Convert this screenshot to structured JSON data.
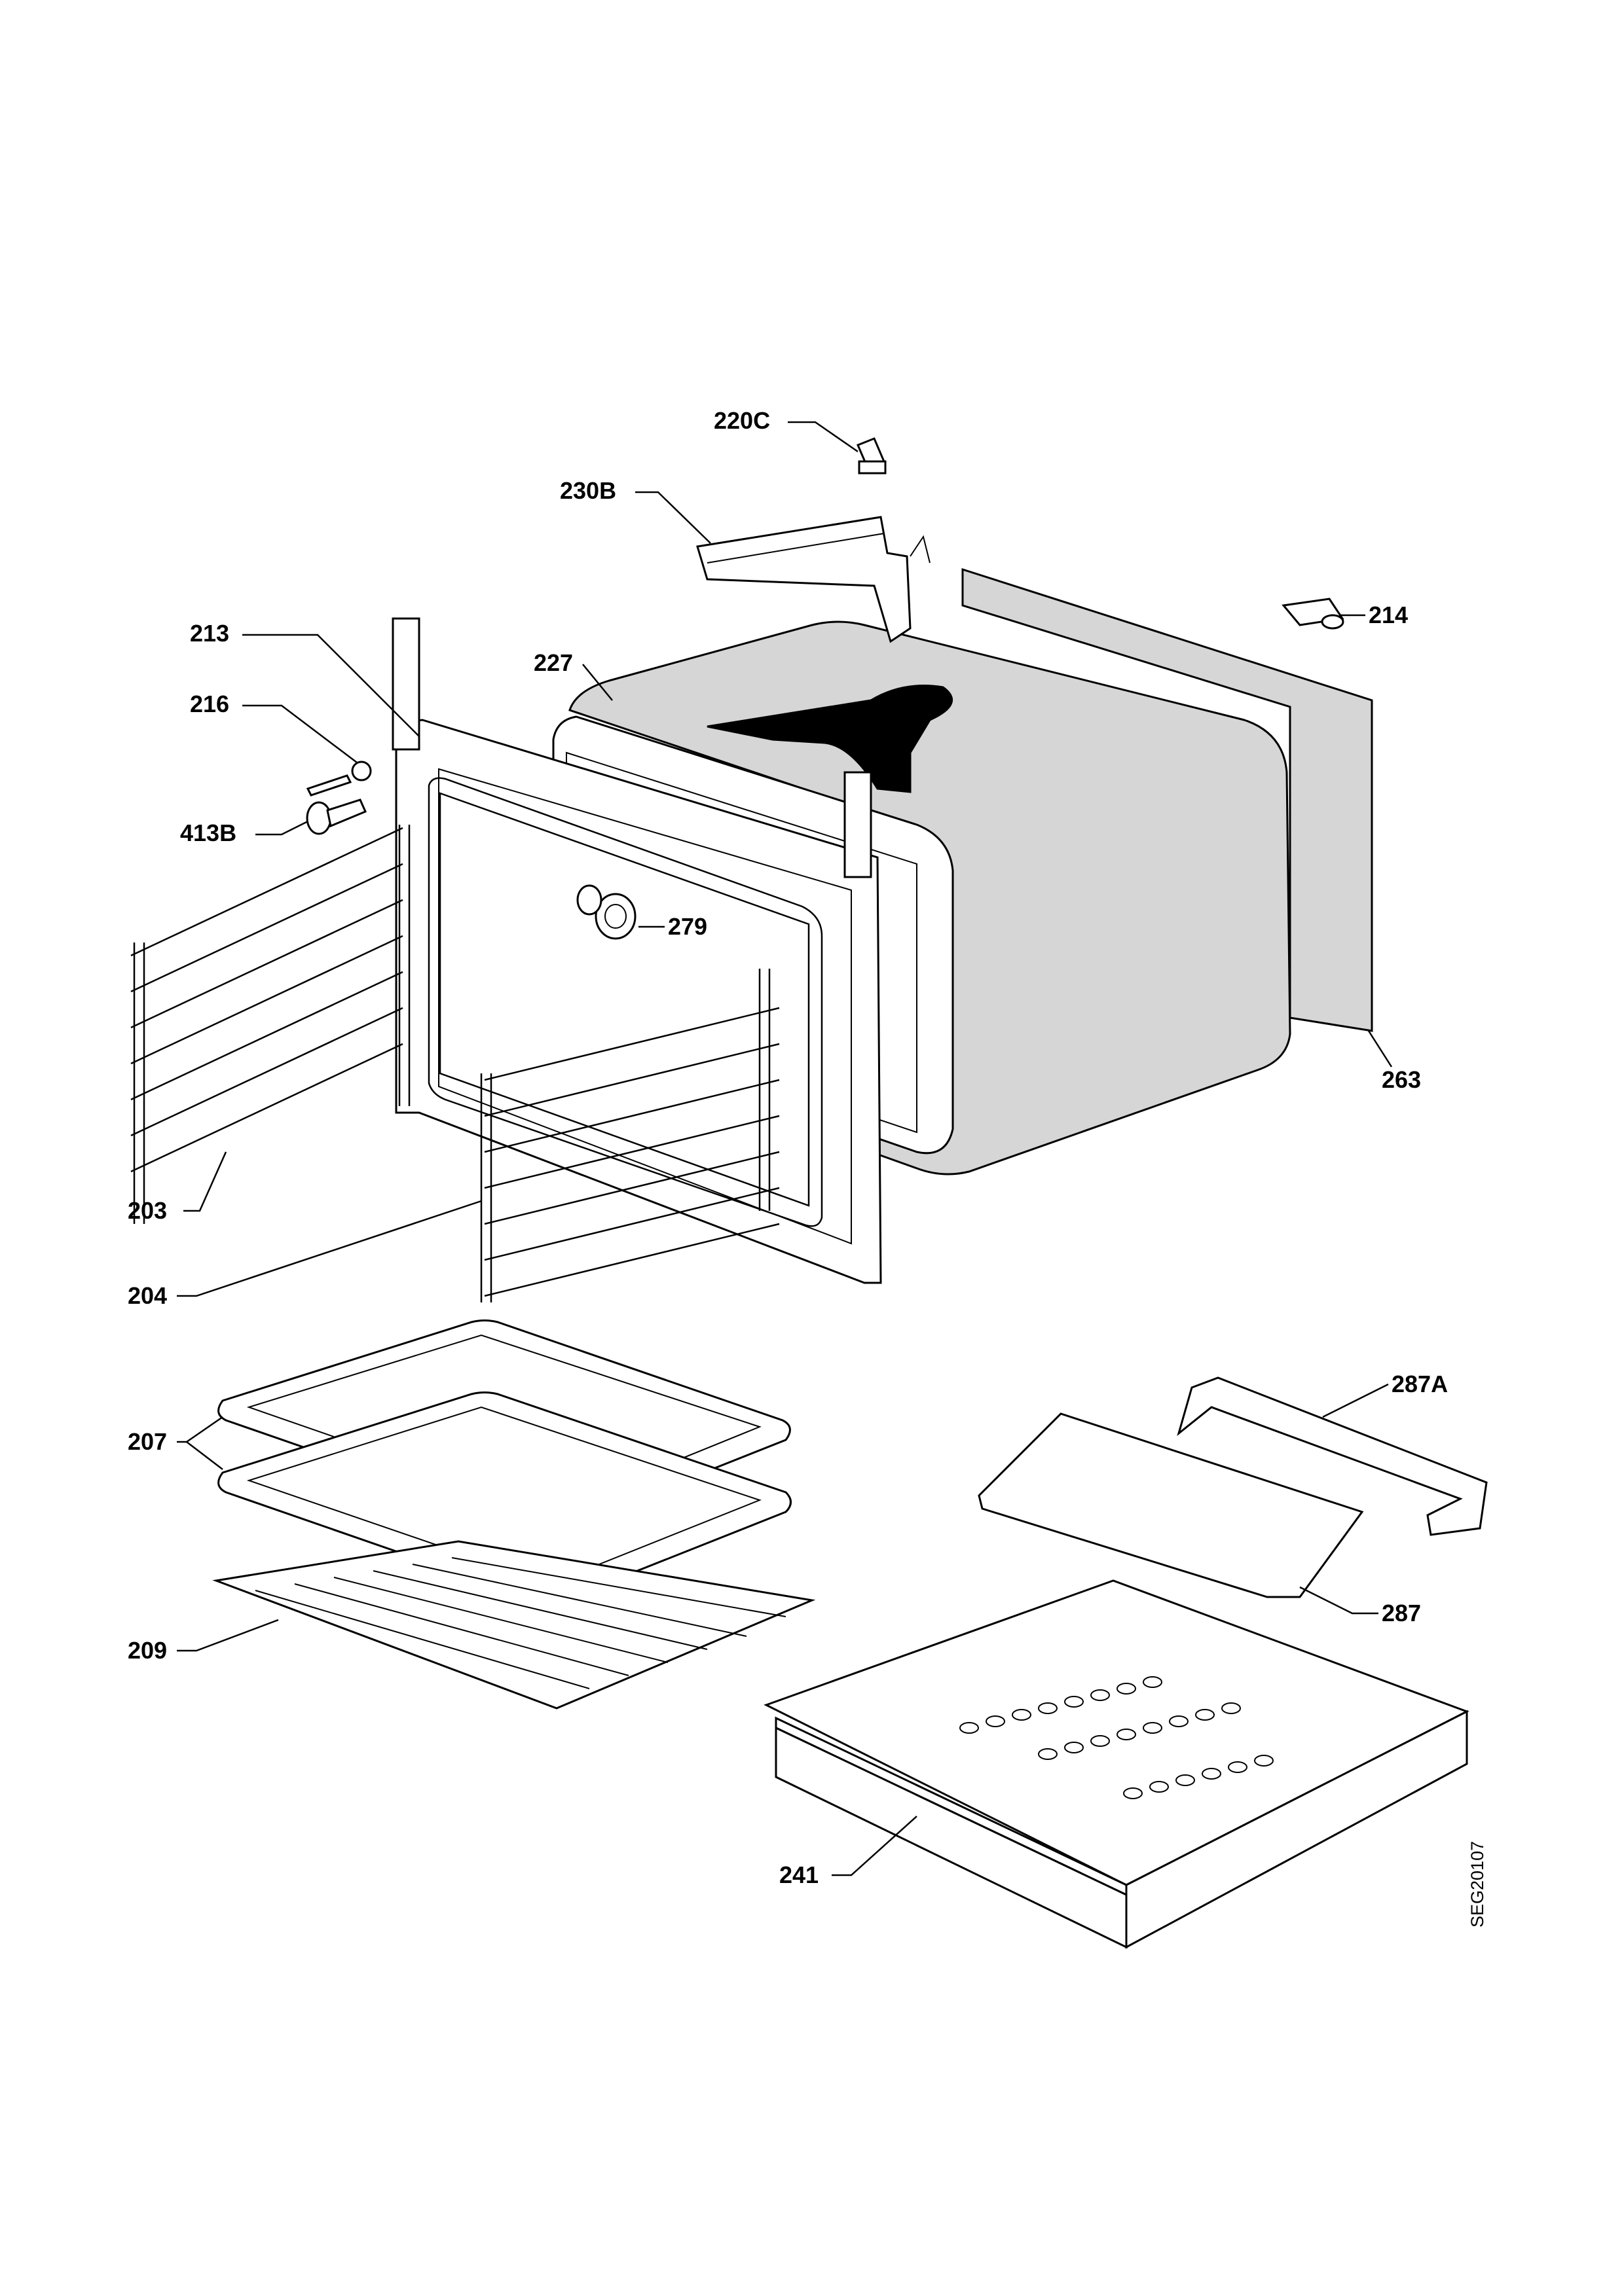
{
  "diagram": {
    "parts": [
      {
        "id": "220C"
      },
      {
        "id": "230B"
      },
      {
        "id": "214"
      },
      {
        "id": "213"
      },
      {
        "id": "227"
      },
      {
        "id": "216"
      },
      {
        "id": "413B"
      },
      {
        "id": "279"
      },
      {
        "id": "263"
      },
      {
        "id": "203"
      },
      {
        "id": "204"
      },
      {
        "id": "207"
      },
      {
        "id": "287A"
      },
      {
        "id": "287"
      },
      {
        "id": "209"
      },
      {
        "id": "241"
      }
    ],
    "drawing_code": "SEG20107"
  }
}
